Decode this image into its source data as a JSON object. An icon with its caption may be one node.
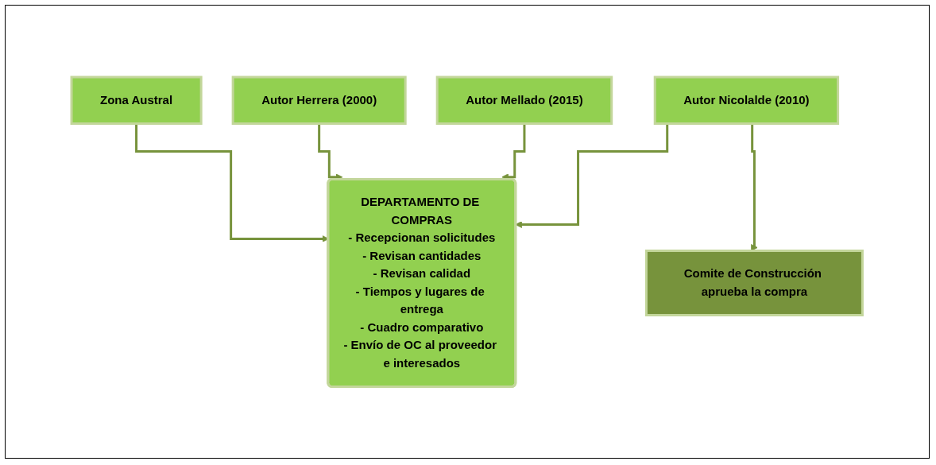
{
  "diagram": {
    "nodes": [
      {
        "text": [
          "Zona Austral"
        ]
      },
      {
        "text": [
          "Autor Herrera (2000)"
        ]
      },
      {
        "text": [
          "Autor Mellado (2015)"
        ]
      },
      {
        "text": [
          "Autor Nicolalde (2010)"
        ]
      },
      {
        "text": [
          "DEPARTAMENTO DE COMPRAS",
          "- Recepcionan solicitudes",
          "- Revisan cantidades",
          "- Revisan calidad",
          "- Tiempos y lugares de entrega",
          "- Cuadro comparativo",
          "- Envío de OC al proveedor e interesados"
        ]
      },
      {
        "text": [
          "Comite de Construcción aprueba la compra"
        ]
      }
    ],
    "edges": [
      {
        "from": 0,
        "to": 4,
        "arrow": "to"
      },
      {
        "from": 1,
        "to": 4,
        "arrow": "to"
      },
      {
        "from": 2,
        "to": 4,
        "arrow": "to"
      },
      {
        "from": 3,
        "to": 4,
        "arrow": "to"
      },
      {
        "from": 3,
        "to": 5,
        "arrow": "to"
      }
    ]
  }
}
